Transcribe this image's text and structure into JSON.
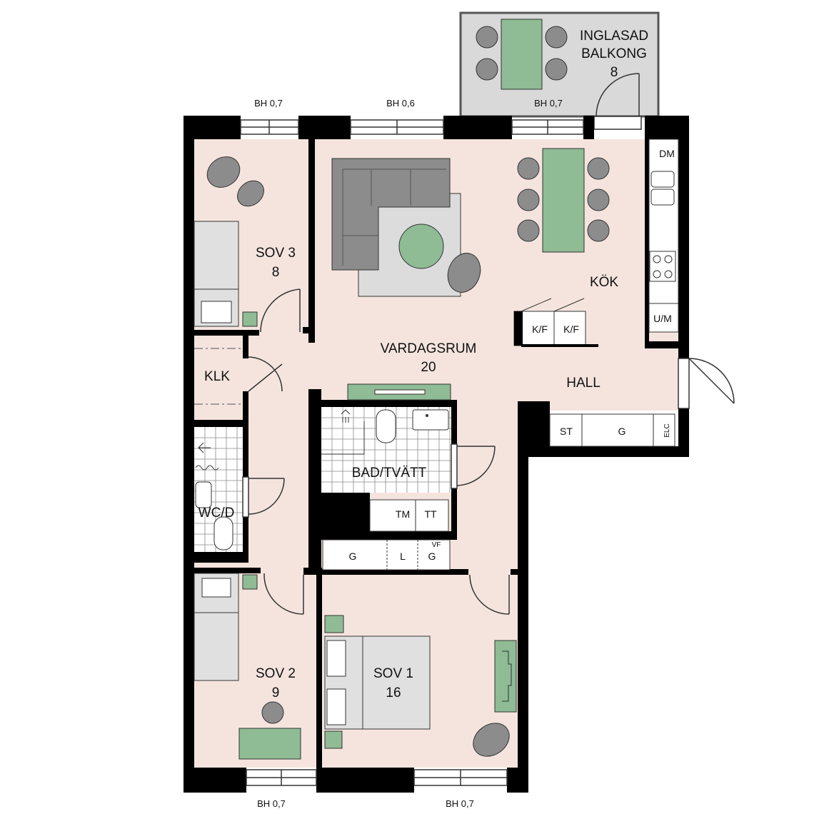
{
  "colors": {
    "floor": "#f5e4de",
    "wall": "#000000",
    "balcony": "#d9d9d9",
    "furniture_gray": "#8c8c8c",
    "furniture_light": "#dcdcdc",
    "bed": "#e0e0e0",
    "green": "#8fbb95",
    "green_dark": "#3b6b45",
    "line": "#333333"
  },
  "rooms": {
    "balkong": {
      "line1": "INGLASAD",
      "line2": "BALKONG",
      "area": "8"
    },
    "sov3": {
      "name": "SOV 3",
      "area": "8"
    },
    "vardagsrum": {
      "name": "VARDAGSRUM",
      "area": "20"
    },
    "kok": {
      "name": "KÖK"
    },
    "hall": {
      "name": "HALL"
    },
    "klk": {
      "name": "KLK"
    },
    "bad": {
      "name": "BAD/TVÄTT"
    },
    "wcd": {
      "name": "WC/D"
    },
    "sov2": {
      "name": "SOV 2",
      "area": "9"
    },
    "sov1": {
      "name": "SOV 1",
      "area": "16"
    }
  },
  "windows": {
    "top_sov3": "BH 0,7",
    "top_living": "BH 0,6",
    "top_kitchen": "BH 0,7",
    "bottom_sov2": "BH 0,7",
    "bottom_sov1": "BH 0,7"
  },
  "fixtures": {
    "dm": "DM",
    "um": "U/M",
    "kf1": "K/F",
    "kf2": "K/F",
    "st": "ST",
    "g_hall": "G",
    "elc": "ELC",
    "tm": "TM",
    "tt": "TT",
    "g1": "G",
    "l": "L",
    "vf": "VF",
    "g2": "G"
  }
}
